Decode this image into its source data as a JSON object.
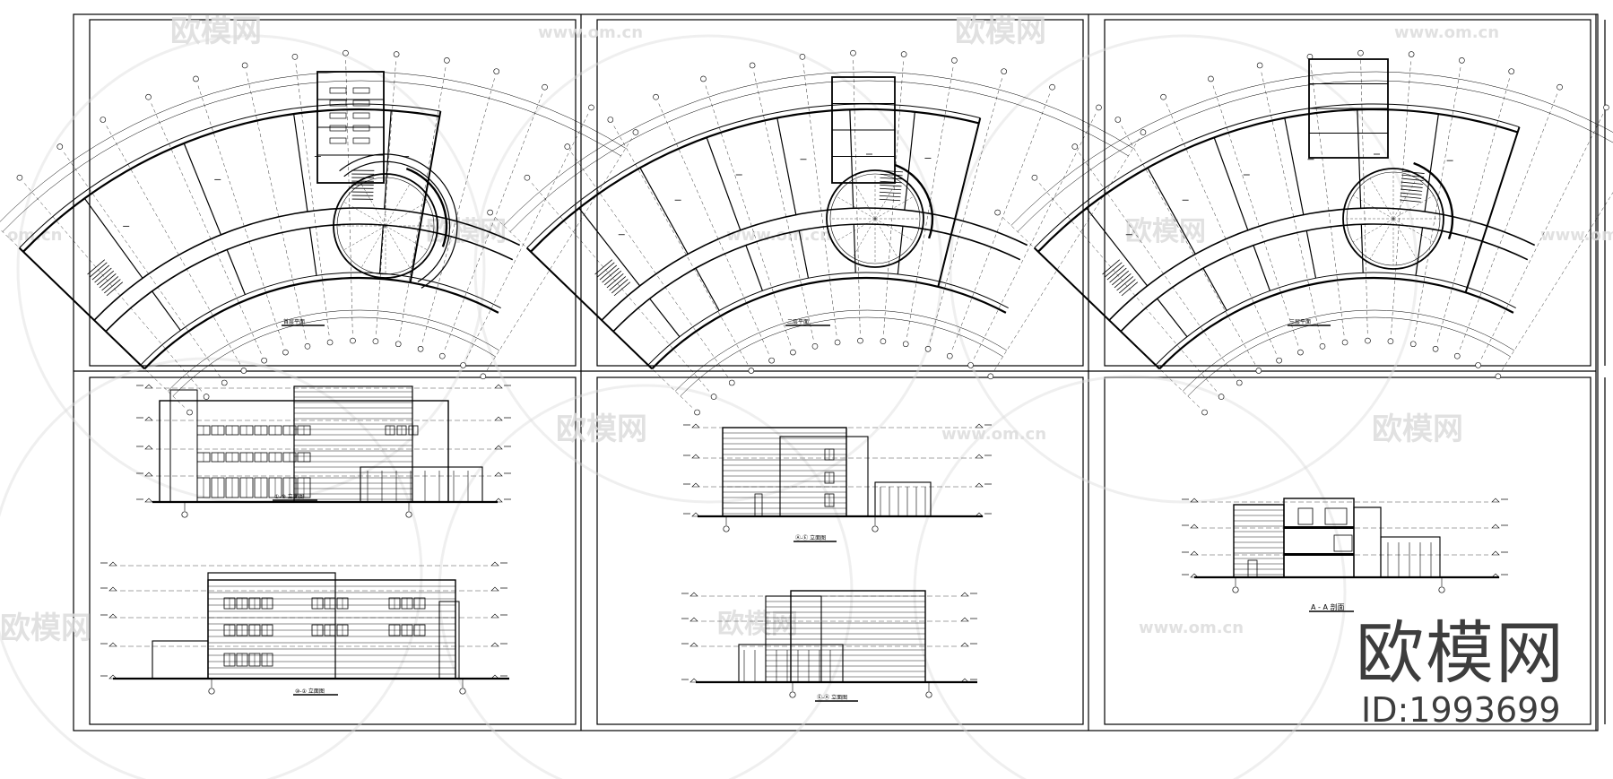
{
  "watermark": {
    "site_cn": "欧模网",
    "site_url": "www.om.cn",
    "site_url_partial": "om.cn",
    "brand_name": "欧模网",
    "asset_id": "ID:1993699",
    "color": "#dcdcdc"
  },
  "drawing": {
    "line_color": "#000000",
    "panels": [
      {
        "key": "plan-1",
        "type": "floor-plan",
        "caption": "首层平面"
      },
      {
        "key": "plan-2",
        "type": "floor-plan",
        "caption": "二层平面"
      },
      {
        "key": "plan-3",
        "type": "floor-plan",
        "caption": "三层平面"
      },
      {
        "key": "elevations-1",
        "type": "elevation",
        "captions": [
          "①-⑩ 立面图",
          "⑩-① 立面图"
        ]
      },
      {
        "key": "elevations-2",
        "type": "elevation",
        "captions": [
          "Ⓐ-Ⓔ 立面图",
          "Ⓔ-Ⓐ 立面图"
        ]
      },
      {
        "key": "section-aa",
        "type": "section",
        "caption": "A - A 剖面"
      }
    ]
  }
}
